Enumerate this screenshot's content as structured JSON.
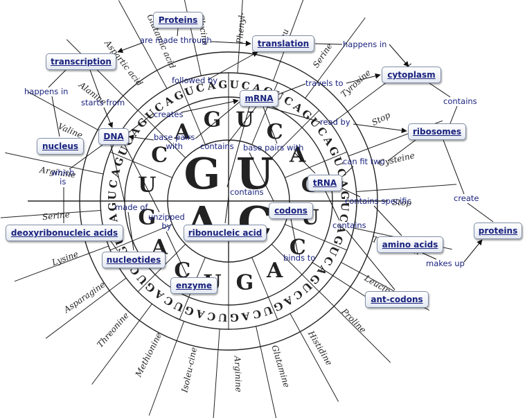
{
  "concepts": {
    "proteins_top": "Proteins",
    "translation": "translation",
    "transcription": "transcription",
    "cytoplasm": "cytoplasm",
    "mrna": "mRNA",
    "nucleus": "nucleus",
    "dna": "DNA",
    "ribosomes": "ribosomes",
    "trna": "tRNA",
    "codons": "codons",
    "deoxyribonucleic": "deoxyribonucleic acids",
    "ribonucleic": "ribonucleic acid",
    "proteins_right": "proteins",
    "amino_acids": "amino acids",
    "nucleotides": "nucleotides",
    "enzyme": "enzyme",
    "ant_codons": "ant-codons"
  },
  "linking_phrases": {
    "are_made_through": "are made through",
    "happens_in_1": "happens in",
    "happens_in_2": "happens in",
    "followed_by": "followed by",
    "travels_to": "travels to",
    "contains_1": "contains",
    "starts_from": "starts from",
    "creates": "creates",
    "read_by": "read by",
    "base_pairs_with_1": "base pairs\nwith",
    "contains_2": "contains",
    "base_pairs_with_2": "base pairs with",
    "can_fit_two": "can fit two",
    "which_is": "which\nis",
    "contains_3": "contains",
    "contains_specific": "contains specific",
    "create": "create",
    "made_of": "made of",
    "unzipped_by": "unzipped\nby",
    "contains_4": "contains",
    "makes_up": "makes up",
    "binds_to": "binds to"
  },
  "wheel": {
    "center_letters": [
      "G",
      "U",
      "A",
      "C"
    ],
    "middle_ring": [
      "U",
      "C",
      "A",
      "G",
      "U",
      "C",
      "A",
      "G",
      "U",
      "C",
      "A",
      "G",
      "U",
      "C",
      "A",
      "G"
    ],
    "outer_ring": "UCAGUCAGUCAGUCAGUCAGUCAGUCAGUCAGUCAGUCAGUCAGUCAGUCAGUCAGUCAGUCAG",
    "amino_acids": [
      "Phenyl-",
      "Leu",
      "Serine",
      "Tyrosine",
      "Stop",
      "Cysteine",
      "Stop",
      "Tryptophan",
      "Leucine",
      "Proline",
      "Histidine",
      "Glutamine",
      "Arginine",
      "Isoleu-cine",
      "Methionine",
      "Threonine",
      "Asparagine",
      "Lysine",
      "Serine",
      "Arginine",
      "Valine",
      "Alanine",
      "Aspartic acid",
      "Glutamic acid",
      "Glycine"
    ]
  }
}
